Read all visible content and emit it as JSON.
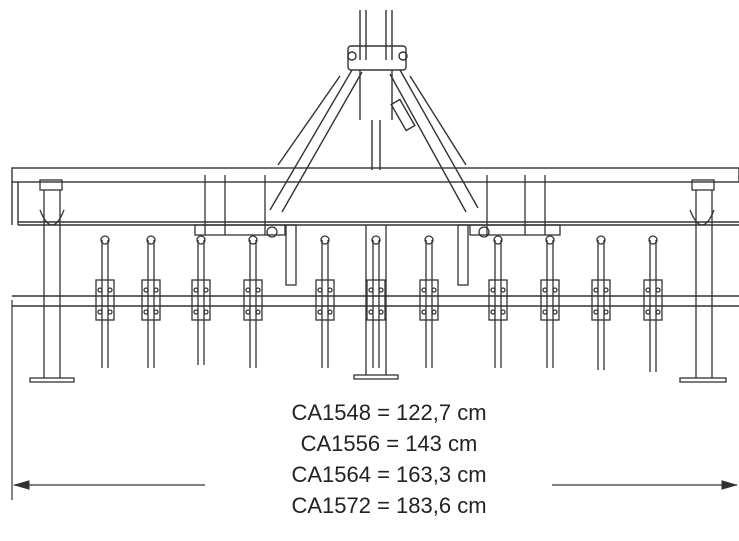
{
  "dimensions": [
    {
      "model": "CA1548",
      "width": "122,7 cm",
      "text": "CA1548 = 122,7 cm"
    },
    {
      "model": "CA1556",
      "width": "143 cm",
      "text": "CA1556 = 143 cm"
    },
    {
      "model": "CA1564",
      "width": "163,3 cm",
      "text": "CA1564 = 163,3 cm"
    },
    {
      "model": "CA1572",
      "width": "183,6 cm",
      "text": "CA1572 = 183,6 cm"
    }
  ],
  "colors": {
    "line": "#333333",
    "background": "#ffffff",
    "text": "#222222"
  }
}
